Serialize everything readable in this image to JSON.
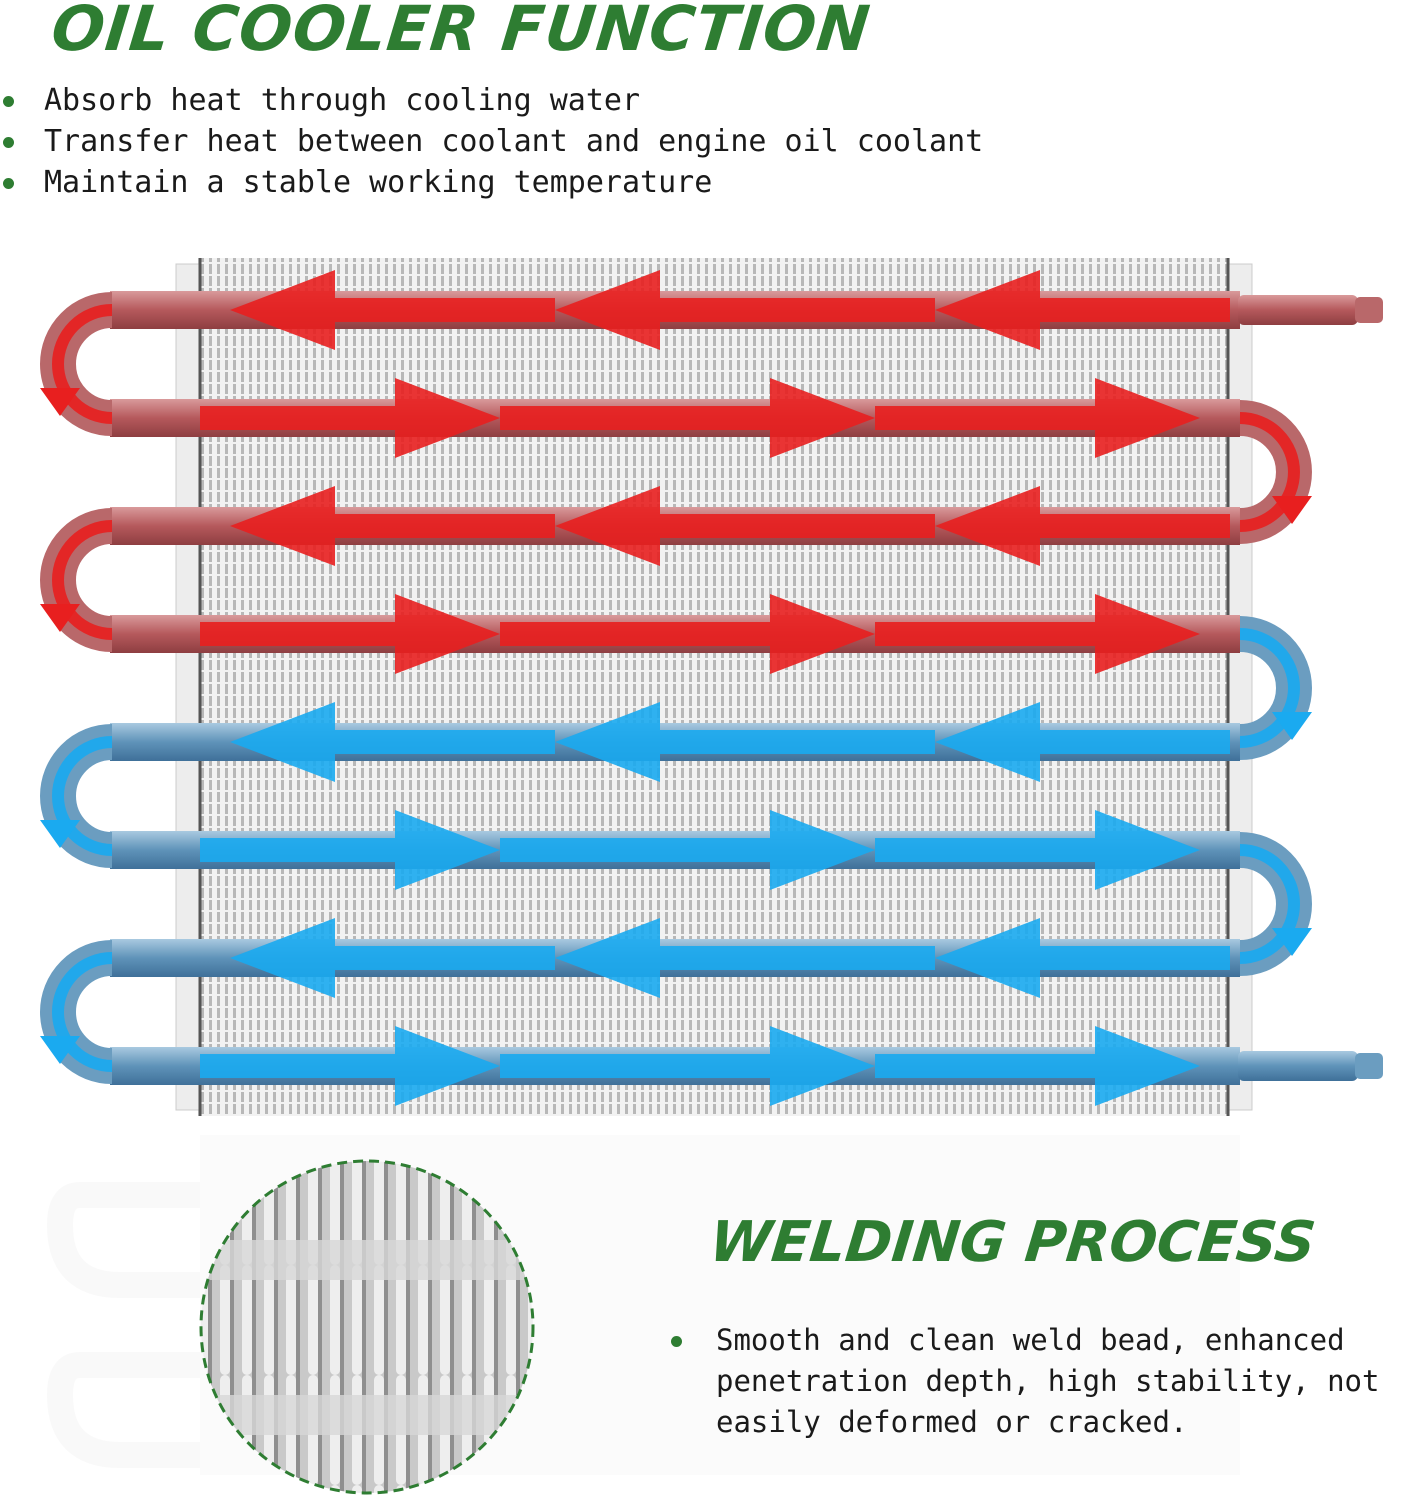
{
  "header": {
    "title": "OIL COOLER FUNCTION",
    "bullets": [
      "Absorb heat through cooling water",
      "Transfer heat between coolant and engine oil coolant",
      "Maintain a stable working temperature"
    ]
  },
  "welding": {
    "title": "WELDING PROCESS",
    "bullet": "Smooth and clean weld bead, enhanced penetration depth, high stability, not easily deformed or cracked."
  },
  "colors": {
    "accent_green": "#2e7d32",
    "hot_arrow": "#e81f1f",
    "cold_arrow": "#1aaaf0",
    "hot_tube": "#b9686a",
    "cold_tube": "#6b9dc0"
  }
}
